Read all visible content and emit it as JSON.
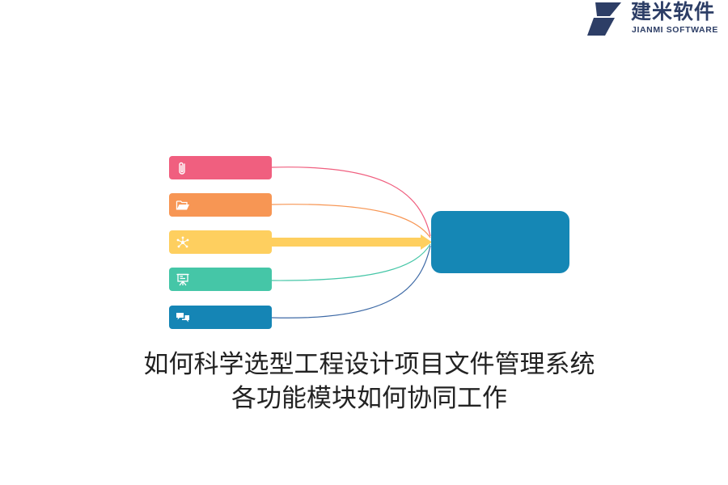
{
  "logo": {
    "name_cn": "建米软件",
    "name_en": "JIANMI SOFTWARE",
    "color": "#2d3e66"
  },
  "diagram": {
    "nodes": [
      {
        "id": "attachment",
        "icon": "paperclip-icon",
        "color": "#f05f7f"
      },
      {
        "id": "folder",
        "icon": "folder-open-icon",
        "color": "#f79654"
      },
      {
        "id": "share",
        "icon": "share-network-icon",
        "color": "#fecf5f"
      },
      {
        "id": "presentation",
        "icon": "presentation-board-icon",
        "color": "#45c6a7"
      },
      {
        "id": "chat",
        "icon": "chat-bubbles-icon",
        "color": "#1585b5"
      }
    ],
    "hub": {
      "color": "#1587b5"
    },
    "highlight_color": "#fecf5f"
  },
  "caption": {
    "line1": "如何科学选型工程设计项目文件管理系统",
    "line2": "各功能模块如何协同工作"
  }
}
